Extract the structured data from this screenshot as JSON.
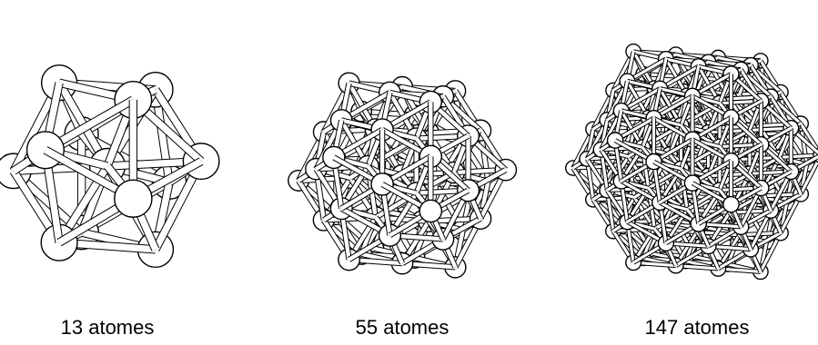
{
  "clusters": [
    {
      "label": "13 atomes",
      "atoms": 13
    },
    {
      "label": "55 atomes",
      "atoms": 55
    },
    {
      "label": "147 atomes",
      "atoms": 147
    }
  ],
  "colors": {
    "atom_fill": "#ffffff",
    "stroke": "#000000"
  }
}
